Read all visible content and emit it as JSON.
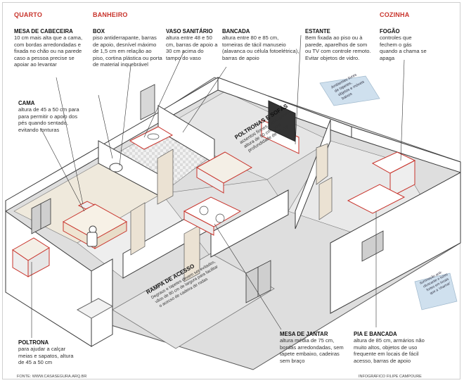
{
  "rooms": {
    "quarto": "QUARTO",
    "banheiro": "BANHEIRO",
    "cozinha": "COZINHA"
  },
  "notes": {
    "mesa_cabeceira": {
      "title": "MESA DE CABECEIRA",
      "body": "10 cm mais alta que a cama, com bordas arredondadas e fixada no chão ou na parede caso a pessoa precise se apoiar ao levantar"
    },
    "box": {
      "title": "BOX",
      "body": "piso antiderrapante, barras de apoio, desnível máximo de 1,5 cm em relação ao piso, cortina plástica ou porta de material inquebrável"
    },
    "vaso": {
      "title": "VASO SANITÁRIO",
      "body": "altura entre 48 e 50 cm, barras de apoio a 30 cm acima do tampo do vaso"
    },
    "bancada": {
      "title": "BANCADA",
      "body": "altura entre 80 e 85 cm, torneiras de tácil manuseio (alavanca ou célula fotoelétrica), barras de apoio"
    },
    "estante": {
      "title": "ESTANTE",
      "body": "Bem fixada ao piso ou à parede, aparelhos de som ou TV com controle remoto. Evitar objetos de vidro."
    },
    "fogao": {
      "title": "FOGÃO",
      "body": "controles que fechem o gás quando a chama se apaga"
    },
    "cama": {
      "title": "CAMA",
      "body": "altura de 45 a 50 cm para para permitir o apoio dos pés quando sentado, evitando tonturas"
    },
    "poltrona": {
      "title": "POLTRONA",
      "body": "para ajudar a calçar meias e sapatos, altura de 45 a 50 cm"
    },
    "mesa_jantar": {
      "title": "MESA DE JANTAR",
      "body": "altura média de 75 cm, bordas arredondadas, sem tapete embaixo, cadeiras sem braço"
    },
    "pia": {
      "title": "PIA E BANCADA",
      "body": "altura de 85 cm, armários não muito altos, objetos de uso frequente em locais de fácil acesso, barras de apoio"
    }
  },
  "floor_labels": {
    "poltronas_title": "POLTRONAS E SOFÁS",
    "poltronas_l1": "assentos firmes, nem macios,",
    "poltronas_l2": "altura de 50 cm, com",
    "poltronas_l3": "profundidade de 70 cm",
    "rampa_title": "RAMPA DE ACESSO",
    "rampa_l1": "Degraus e tapetes devem ser evitados,",
    "rampa_l2": "vãos de 80 cm de largura para facilitar",
    "rampa_l3": "o acesso de cadeira de rodas",
    "ambientes_l1": "Ambientes livres",
    "ambientes_l2": "de tapetes,",
    "ambientes_l3": "objetos e móveis",
    "ambientes_l4": "baixos",
    "iluminacao_l1": "Iluminação anti-",
    "iluminacao_l2": "ofuscante e luzes",
    "iluminacao_l3": "fortes em locais",
    "iluminacao_l4": "que a 'chamar'"
  },
  "footer": {
    "source": "FONTE: WWW.CASASEGURA.ARQ.BR",
    "credit": "INFOGRÁFICO FILIPE CAMPOURE"
  },
  "colors": {
    "accent": "#c8342c",
    "wall": "#ffffff",
    "floor": "#e9e9e9",
    "wall_line": "#3a3a3a",
    "note_box": "#cfe0ee"
  }
}
